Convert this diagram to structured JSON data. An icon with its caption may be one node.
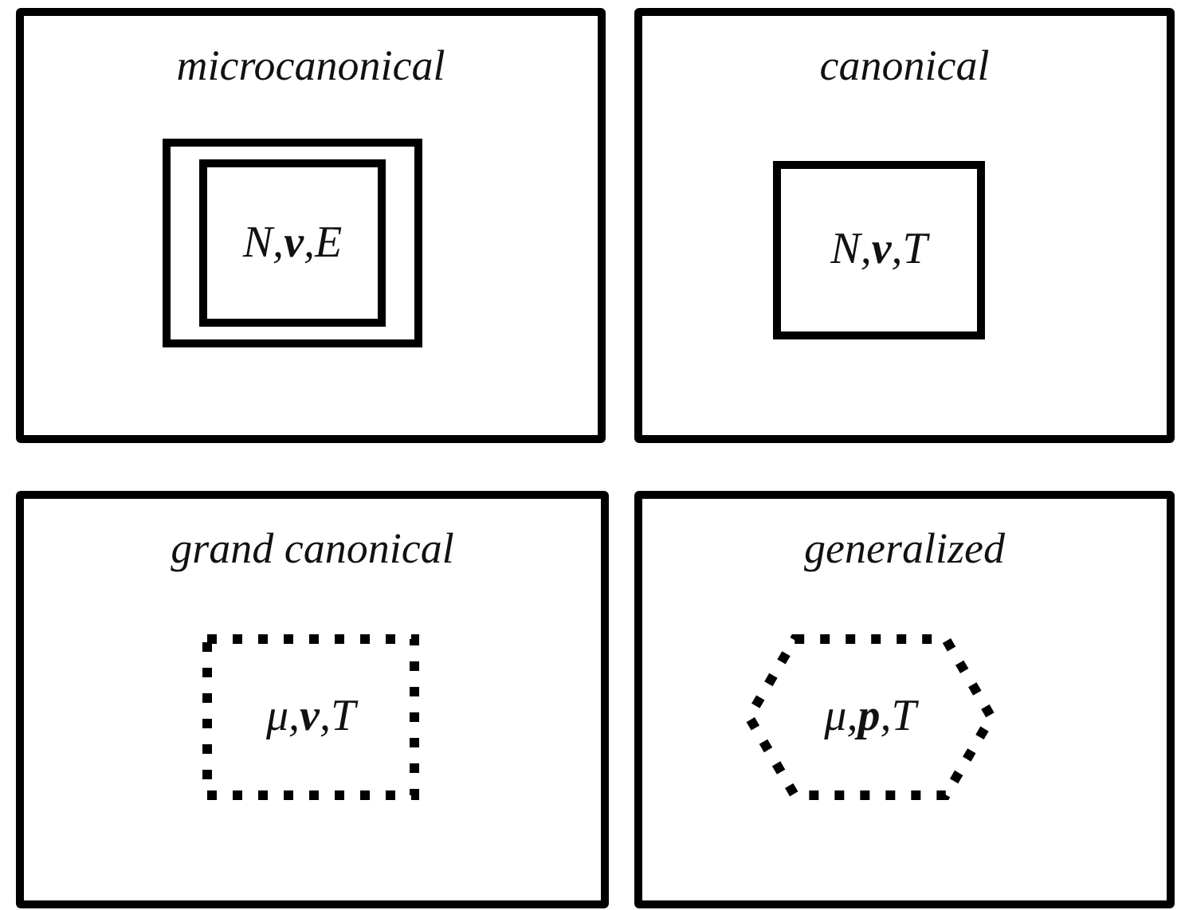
{
  "diagram": {
    "nodes": [
      {
        "text": [
          "microcanonical"
        ]
      },
      {
        "text": [],
        "shape": "box",
        "in": 0
      },
      {
        "text": [
          "N,**v**,E"
        ],
        "in": 1
      },
      {
        "text": [
          "canonical"
        ]
      },
      {
        "text": [
          "N,**v**,T"
        ],
        "in": 3
      },
      {
        "text": [
          "grand canonical"
        ]
      },
      {
        "text": [
          "μ,**v**,T"
        ],
        "in": 5
      },
      {
        "text": [
          "generalized"
        ]
      },
      {
        "text": [
          "μ,**p**,T"
        ],
        "in": 7
      }
    ]
  }
}
